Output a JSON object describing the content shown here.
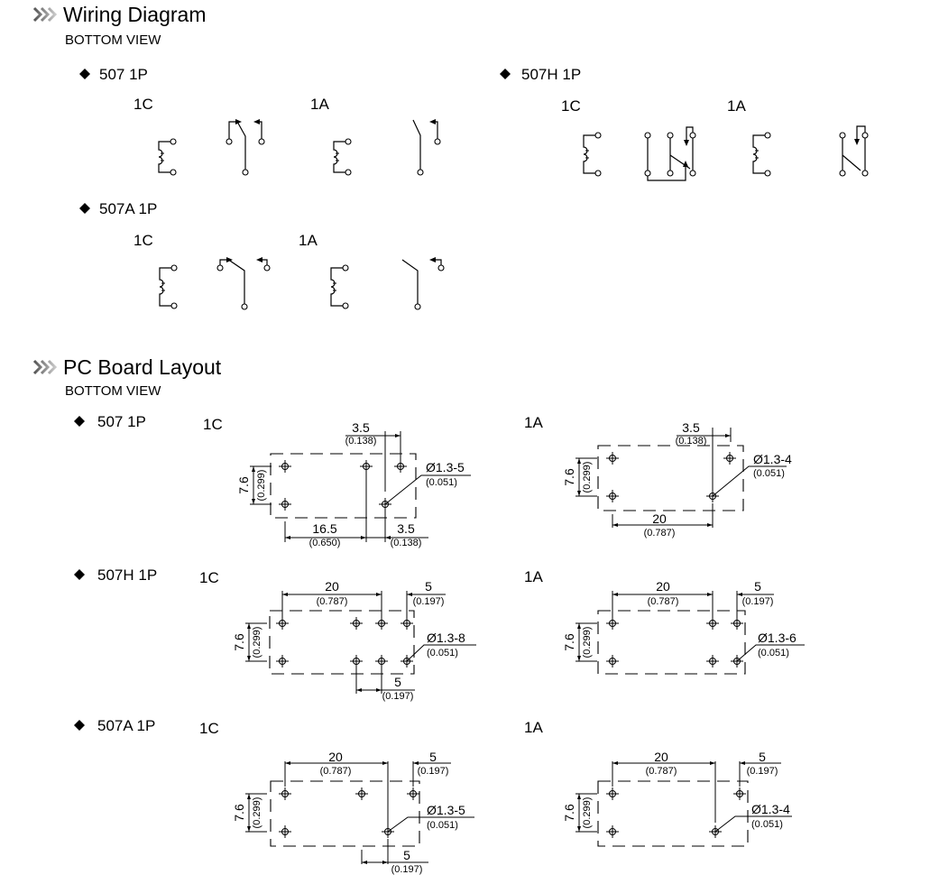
{
  "wiring": {
    "title": "Wiring Diagram",
    "subtitle": "BOTTOM VIEW",
    "groups": [
      {
        "label": "507 1P",
        "form_c": "1C",
        "form_a": "1A"
      },
      {
        "label": "507H 1P",
        "form_c": "1C",
        "form_a": "1A"
      },
      {
        "label": "507A 1P",
        "form_c": "1C",
        "form_a": "1A"
      }
    ]
  },
  "pcb": {
    "title": "PC Board Layout",
    "subtitle": "BOTTOM VIEW",
    "groups": [
      {
        "label": "507 1P",
        "form_c": "1C",
        "form_a": "1A"
      },
      {
        "label": "507H 1P",
        "form_c": "1C",
        "form_a": "1A"
      },
      {
        "label": "507A 1P",
        "form_c": "1C",
        "form_a": "1A"
      }
    ],
    "layouts": [
      {
        "height_mm": "7.6",
        "height_in": "(0.299)",
        "top_mm": "3.5",
        "top_in": "(0.138)",
        "bottom_mm": "16.5",
        "bottom_in": "(0.650)",
        "bottom2_mm": "3.5",
        "bottom2_in": "(0.138)",
        "hole": "Ø1.3-5",
        "hole_in": "(0.051)"
      },
      {
        "height_mm": "7.6",
        "height_in": "(0.299)",
        "top_mm": "3.5",
        "top_in": "(0.138)",
        "bottom_mm": "20",
        "bottom_in": "(0.787)",
        "hole": "Ø1.3-4",
        "hole_in": "(0.051)"
      },
      {
        "height_mm": "7.6",
        "height_in": "(0.299)",
        "top_mm": "20",
        "top_in": "(0.787)",
        "top2_mm": "5",
        "top2_in": "(0.197)",
        "bottom_mm": "5",
        "bottom_in": "(0.197)",
        "hole": "Ø1.3-8",
        "hole_in": "(0.051)"
      },
      {
        "height_mm": "7.6",
        "height_in": "(0.299)",
        "top_mm": "20",
        "top_in": "(0.787)",
        "top2_mm": "5",
        "top2_in": "(0.197)",
        "hole": "Ø1.3-6",
        "hole_in": "(0.051)"
      },
      {
        "height_mm": "7.6",
        "height_in": "(0.299)",
        "top_mm": "20",
        "top_in": "(0.787)",
        "top2_mm": "5",
        "top2_in": "(0.197)",
        "bottom_mm": "5",
        "bottom_in": "(0.197)",
        "hole": "Ø1.3-5",
        "hole_in": "(0.051)"
      },
      {
        "height_mm": "7.6",
        "height_in": "(0.299)",
        "top_mm": "20",
        "top_in": "(0.787)",
        "top2_mm": "5",
        "top2_in": "(0.197)",
        "hole": "Ø1.3-4",
        "hole_in": "(0.051)"
      }
    ]
  },
  "icons": {
    "section": "triple-chevron-icon",
    "bullet": "diamond-bullet-icon"
  },
  "colors": {
    "ink": "#000000",
    "chevron": "#9a9a9a"
  }
}
